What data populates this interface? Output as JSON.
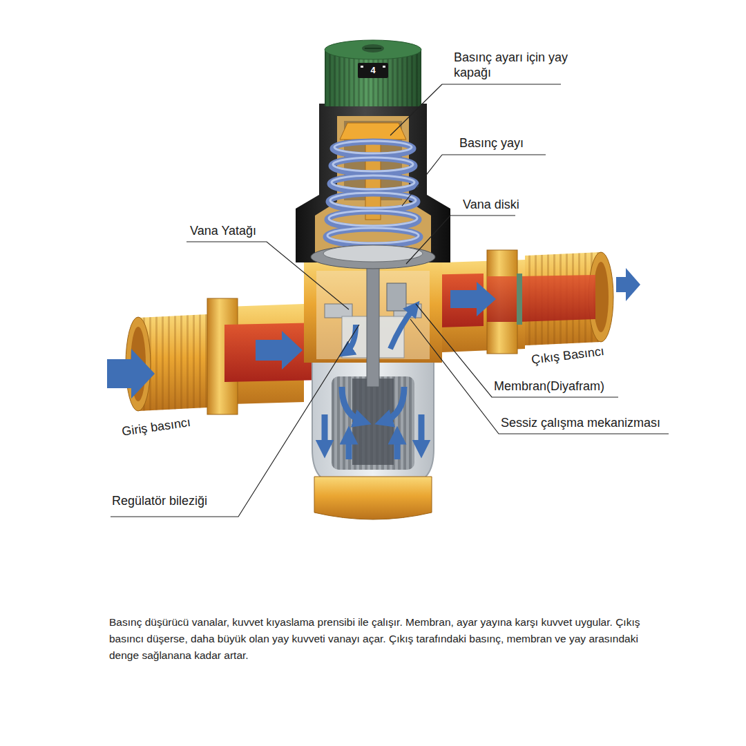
{
  "diagram": {
    "caption": "Basınç düşürücü vanalar, kuvvet kıyaslama prensibi ile çalışır. Membran, ayar yayına karşı kuvvet uygular. Çıkış basıncı düşerse, daha büyük olan yay kuvveti vanayı açar. Çıkış tarafındaki basınç, membran ve yay arasındaki denge sağlanana kadar artar.",
    "labels": [
      "4",
      "Basınç ayarı için yay kapağı",
      "Basınç yayı",
      "Vana diski",
      "Vana Yatağı",
      "Çıkış Basıncı",
      "Membran(Diyafram)",
      "Sessiz çalışma mekanizması",
      "Giriş basıncı",
      "Regülatör bileziği"
    ]
  }
}
